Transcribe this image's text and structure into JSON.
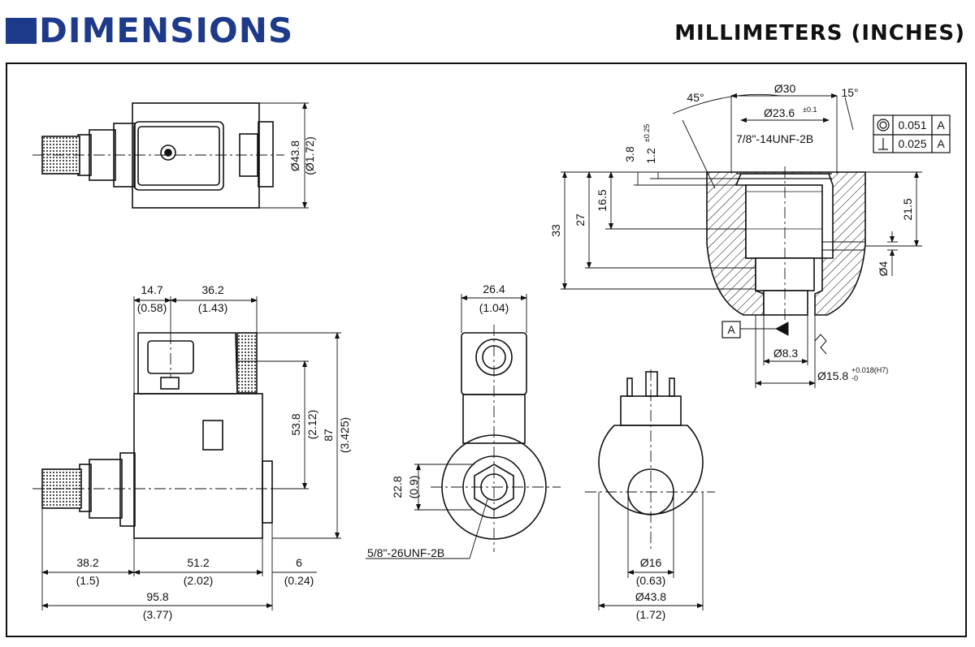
{
  "header": {
    "title": "DIMENSIONS",
    "units": "MILLIMETERS (INCHES)",
    "accent_color": "#1e3a8a"
  },
  "top_view": {
    "dia_mm": "Ø43.8",
    "dia_in": "(Ø1.72)"
  },
  "side_view": {
    "d14_7_mm": "14.7",
    "d14_7_in": "(0.58)",
    "d36_2_mm": "36.2",
    "d36_2_in": "(1.43)",
    "d53_8_mm": "53.8",
    "d53_8_in": "(2.12)",
    "d87_mm": "87",
    "d87_in": "(3.425)",
    "d38_2_mm": "38.2",
    "d38_2_in": "(1.5)",
    "d51_2_mm": "51.2",
    "d51_2_in": "(2.02)",
    "d6_mm": "6",
    "d6_in": "(0.24)",
    "d95_8_mm": "95.8",
    "d95_8_in": "(3.77)"
  },
  "front_view": {
    "d26_4_mm": "26.4",
    "d26_4_in": "(1.04)",
    "d22_8_mm": "22.8",
    "d22_8_in": "(0.9)",
    "thread": "5/8\"-26UNF-2B"
  },
  "coil_view": {
    "d16_mm": "Ø16",
    "d16_in": "(0.63)",
    "d43_8_mm": "Ø43.8",
    "d43_8_in": "(1.72)"
  },
  "cavity": {
    "angle45": "45°",
    "angle15": "15°",
    "d30": "Ø30",
    "d23_6": "Ø23.6",
    "d23_6_tol": "±0.1",
    "thread": "7/8\"-14UNF-2B",
    "d3_8": "3.8",
    "d1_2": "1.2",
    "d1_2_tol": "±0.25",
    "d16_5": "16.5",
    "d27": "27",
    "d33": "33",
    "d21_5": "21.5",
    "d4": "Ø4",
    "datum": "A",
    "d8_3": "Ø8.3",
    "d15_8": "Ø15.8",
    "d15_8_tol": "+0.018(H7)",
    "d15_8_tol_low": "-0",
    "tol1_value": "0.051",
    "tol1_ref": "A",
    "tol2_value": "0.025",
    "tol2_ref": "A"
  }
}
